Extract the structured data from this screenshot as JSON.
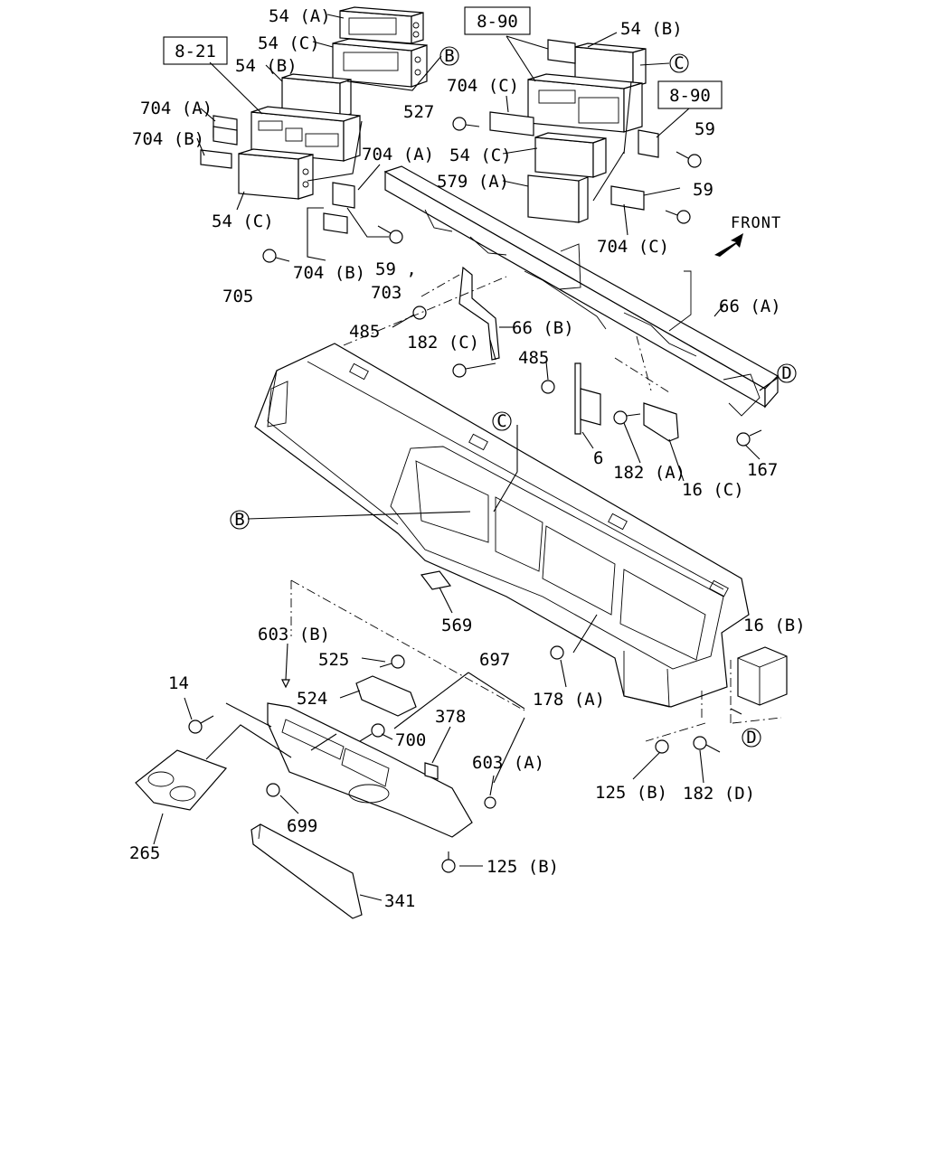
{
  "diagram": {
    "front_label": "FRONT",
    "ref_boxes": [
      "8-21",
      "8-90",
      "8-90"
    ],
    "circle_refs": [
      "B",
      "C",
      "D",
      "C",
      "B",
      "D"
    ],
    "labels": [
      "54 (A)",
      "54 (C)",
      "54 (B)",
      "704 (A)",
      "704 (B)",
      "54 (C)",
      "704 (A)",
      "704 (B)",
      "705",
      "59 ,",
      "703",
      "54 (B)",
      "704 (C)",
      "527",
      "54 (C)",
      "579 (A)",
      "704 (C)",
      "59",
      "59",
      "485",
      "66 (B)",
      "182 (C)",
      "66 (A)",
      "485",
      "6",
      "182 (A)",
      "16 (C)",
      "167",
      "569",
      "603 (B)",
      "525",
      "697",
      "524",
      "378",
      "14",
      "700",
      "603 (A)",
      "699",
      "265",
      "125 (B)",
      "341",
      "178 (A)",
      "16 (B)",
      "125 (B)",
      "182 (D)"
    ]
  }
}
